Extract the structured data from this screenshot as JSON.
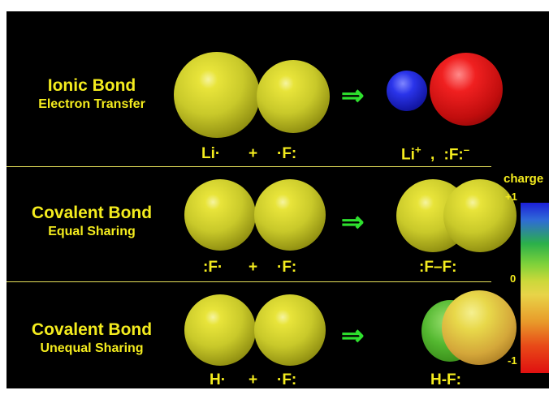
{
  "rows": [
    {
      "title": "Ionic Bond",
      "subtitle": "Electron Transfer",
      "reactants": "Li· + ·F:",
      "reactant_parts": {
        "left": "Li·",
        "plus": "+",
        "right": "·F:"
      },
      "product_parts": {
        "left": "Li",
        "left_sup": "+",
        "sep": ",",
        "right": ":F:",
        "right_sup": "–"
      }
    },
    {
      "title": "Covalent Bond",
      "subtitle": "Equal Sharing",
      "reactant_parts": {
        "left": ":F·",
        "plus": "+",
        "right": "·F:"
      },
      "product": ":F–F:"
    },
    {
      "title": "Covalent Bond",
      "subtitle": "Unequal Sharing",
      "reactant_parts": {
        "left": "H·",
        "plus": "+",
        "right": "·F:"
      },
      "product": "H-F:"
    }
  ],
  "arrow_symbol": "⇒",
  "charge_scale": {
    "label": "charge",
    "ticks": [
      "+1",
      "0",
      "-1"
    ]
  },
  "colors": {
    "text": "#f4ec1e",
    "arrow": "#2ee02e",
    "sphere": "#c9c92a",
    "lithium_ion": "#2a34ea",
    "fluoride_ion": "#f02020"
  }
}
